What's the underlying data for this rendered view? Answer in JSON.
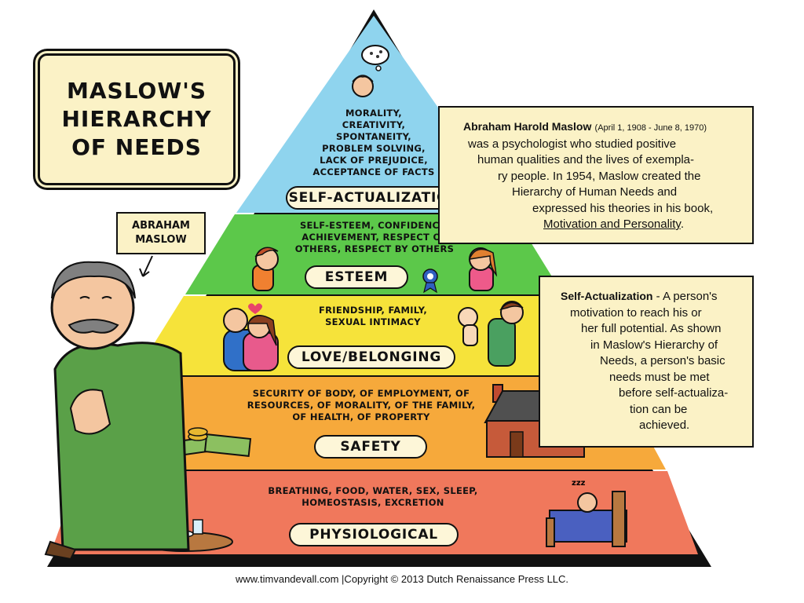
{
  "title": {
    "lines": [
      "MASLOW'S",
      "HIERARCHY",
      "OF NEEDS"
    ]
  },
  "maslow_label": {
    "lines": [
      "ABRAHAM",
      "MASLOW"
    ]
  },
  "levels": [
    {
      "name": "SELF-ACTUALIZATION",
      "color": "#8fd4ee",
      "text": [
        "MORALITY,",
        "CREATIVITY,",
        "SPONTANEITY,",
        "PROBLEM SOLVING,",
        "LACK OF PREJUDICE,",
        "ACCEPTANCE OF FACTS"
      ]
    },
    {
      "name": "ESTEEM",
      "color": "#5cc84a",
      "text": [
        "SELF-ESTEEM, CONFIDENCE,",
        "ACHIEVEMENT, RESPECT OF",
        "OTHERS, RESPECT BY OTHERS"
      ]
    },
    {
      "name": "LOVE/BELONGING",
      "color": "#f6e33a",
      "text": [
        "FRIENDSHIP, FAMILY,",
        "SEXUAL INTIMACY"
      ]
    },
    {
      "name": "SAFETY",
      "color": "#f6a93b",
      "text": [
        "SECURITY OF BODY, OF EMPLOYMENT, OF",
        "RESOURCES, OF MORALITY, OF THE FAMILY,",
        "OF HEALTH, OF PROPERTY"
      ]
    },
    {
      "name": "PHYSIOLOGICAL",
      "color": "#f0785c",
      "text": [
        "BREATHING, FOOD, WATER, SEX, SLEEP,",
        "HOMEOSTASIS, EXCRETION"
      ]
    }
  ],
  "info1": {
    "heading": "Abraham Harold Maslow",
    "dates": "(April 1, 1908 - June 8, 1970)",
    "lines": [
      "was a psychologist who studied positive",
      "human qualities and the lives of exempla-",
      "ry people. In 1954, Maslow created the",
      "Hierarchy of Human Needs and",
      "expressed his theories in his book,"
    ],
    "book": "Motivation and Personality",
    "book_end": "."
  },
  "info2": {
    "heading": "Self-Actualization",
    "first_line_rest": " - A person's",
    "lines": [
      "motivation to reach his or",
      "her full potential. As shown",
      "in Maslow's Hierarchy of",
      "Needs, a person's basic",
      "needs must be met",
      "before self-actualiza-",
      "tion can be",
      "achieved."
    ]
  },
  "dream_icon": "thought-bubble-icon",
  "award_icon": "ribbon-icon",
  "heart_icon": "heart-icon",
  "footer": "www.timvandevall.com |Copyright © 2013 Dutch Renaissance Press LLC."
}
